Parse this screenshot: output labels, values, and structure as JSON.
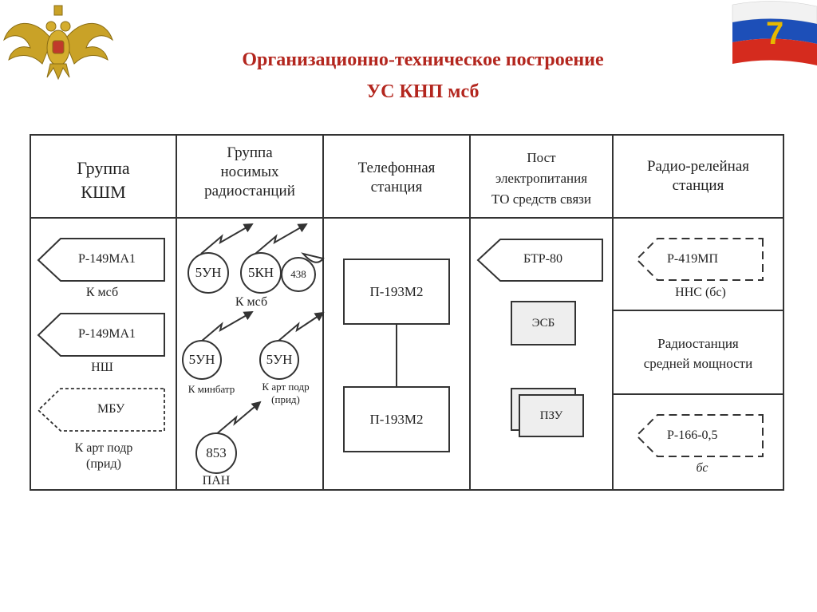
{
  "title": {
    "line1": "Организационно-техническое построение",
    "line2": "УС КНП мсб"
  },
  "flag_number": "7",
  "columns": [
    {
      "line1": "Группа",
      "line2": "КШМ"
    },
    {
      "line1": "Группа",
      "line2": "носимых",
      "line3": "радиостанций"
    },
    {
      "line1": "Телефонная",
      "line2": "станция"
    },
    {
      "line1": "Пост",
      "line2": "электропитания",
      "line3": "ТО средств связи"
    },
    {
      "line1": "Радио-релейная",
      "line2": "станция"
    }
  ],
  "kshm": [
    {
      "label": "Р-149МА1",
      "caption": "К мсб"
    },
    {
      "label": "Р-149МА1",
      "caption": "НШ"
    },
    {
      "label": "МБУ",
      "caption": "К арт подр",
      "caption2": "(прид)"
    }
  ],
  "radios": {
    "r1": "5УН",
    "r2": "5КН",
    "r3": "438",
    "group_caption": "К мсб",
    "r4": "5УН",
    "r4_caption": "К минбатр",
    "r5": "5УН",
    "r5_caption": "К арт подр",
    "r5_caption2": "(прид)",
    "r6": "853",
    "r6_caption": "ПАН"
  },
  "phone": {
    "top": "П-193М2",
    "bottom": "П-193М2"
  },
  "power": {
    "btr": "БТР-80",
    "esb": "ЭСБ",
    "pzu": "ПЗУ"
  },
  "relay": {
    "r1_label": "Р-419МП",
    "r1_caption": "ННС (бс)",
    "middle_line1": "Радиостанция",
    "middle_line2": "средней мощности",
    "r2_label": "Р-166-0,5",
    "r2_caption": "бс"
  }
}
